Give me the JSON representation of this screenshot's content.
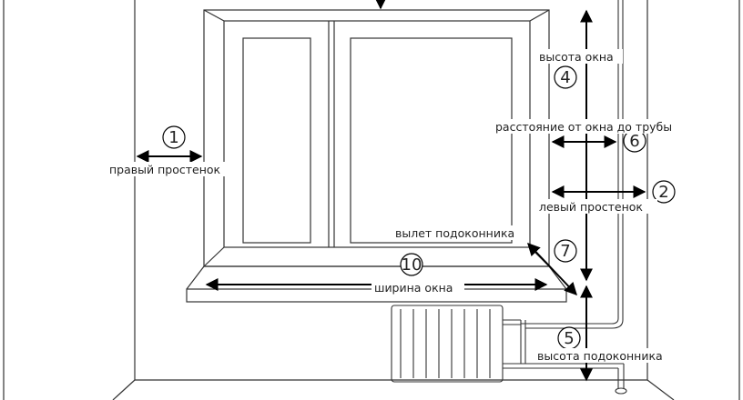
{
  "labels": {
    "right_wall": "правый простенок",
    "window_height": "высота окна",
    "distance_to_pipe": "расстояние от окна до трубы",
    "left_wall": "левый простенок",
    "sill_overhang": "вылет подоконника",
    "window_width": "ширина окна",
    "sill_height": "высота подоконника"
  },
  "markers": {
    "m1": "1",
    "m2": "2",
    "m4": "4",
    "m5": "5",
    "m6": "6",
    "m7": "7",
    "m10": "10"
  }
}
